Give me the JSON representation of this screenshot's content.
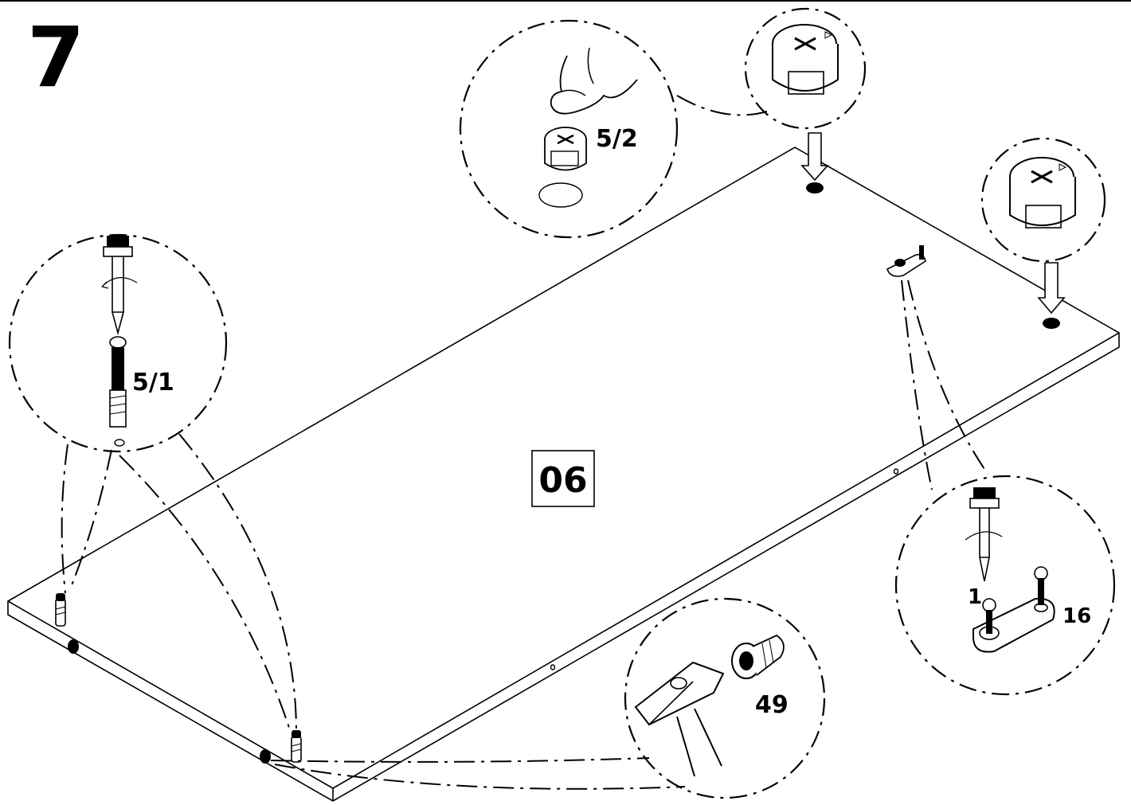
{
  "step": {
    "number": "7"
  },
  "panel": {
    "label": "06"
  },
  "callouts": {
    "dowel_part": "5/1",
    "cam_part": "5/2",
    "bracket_screw_part": "1",
    "bracket_part": "16",
    "pin_part": "49"
  },
  "icons": [
    "screwdriver-icon",
    "hammer-icon",
    "finger-press-icon",
    "cam-lock-icon",
    "cam-bolt-icon",
    "bracket-icon",
    "pin-icon"
  ]
}
